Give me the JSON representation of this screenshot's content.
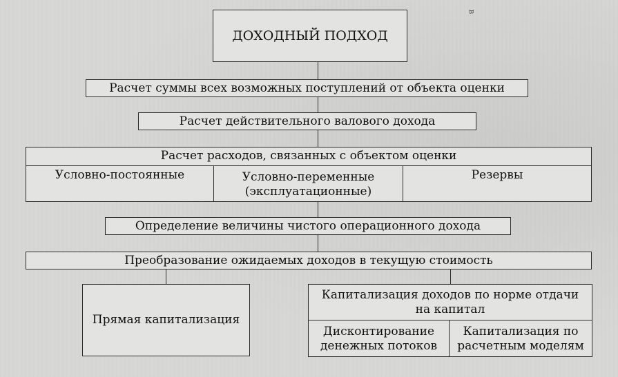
{
  "diagram": {
    "title": "ДОХОДНЫЙ ПОДХОД",
    "step_gross_potential": "Расчет суммы всех возможных поступлений от объекта оценки",
    "step_effective_income": "Расчет действительного валового дохода",
    "expenses": {
      "header": "Расчет расходов, связанных с объектом оценки",
      "fixed": "Условно-постоянные",
      "variable_line1": "Условно-переменные",
      "variable_line2": "(эксплуатационные)",
      "reserves": "Резервы"
    },
    "step_net_operating_income": "Определение величины чистого операционного дохода",
    "step_conversion": "Преобразование ожидаемых доходов в текущую стоимость",
    "direct_capitalization": "Прямая капитализация",
    "yield_capitalization": {
      "header_line1": "Капитализация доходов по норме отдачи",
      "header_line2": "на капитал",
      "dcf_line1": "Дисконтирование",
      "dcf_line2": "денежных потоков",
      "models_line1": "Капитализация по",
      "models_line2": "расчетным моделям"
    },
    "edge_mark": "в"
  }
}
